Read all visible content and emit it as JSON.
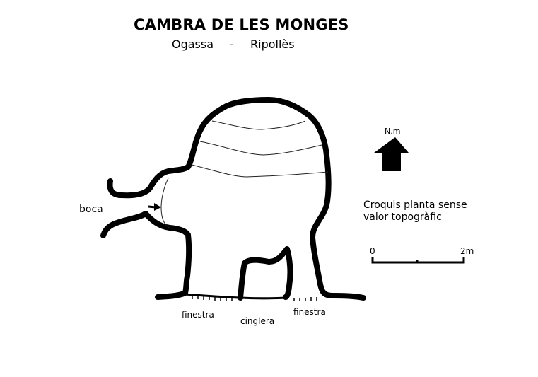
{
  "header": {
    "title": "CAMBRA DE LES MONGES",
    "location_place": "Ogassa",
    "location_separator": "-",
    "location_region": "Ripollès"
  },
  "north_arrow": {
    "label": "N.m",
    "icon": "north-arrow-icon"
  },
  "note": {
    "line1": "Croquis planta sense",
    "line2": "valor topogràfic"
  },
  "scale_bar": {
    "start_label": "0",
    "end_label": "2m",
    "length_m": 2
  },
  "plan_labels": {
    "entrance": "boca",
    "window_left": "finestra",
    "cliff": "cinglera",
    "window_right": "finestra"
  },
  "colors": {
    "ink": "#000000",
    "background": "#ffffff",
    "contour": "#333333"
  }
}
